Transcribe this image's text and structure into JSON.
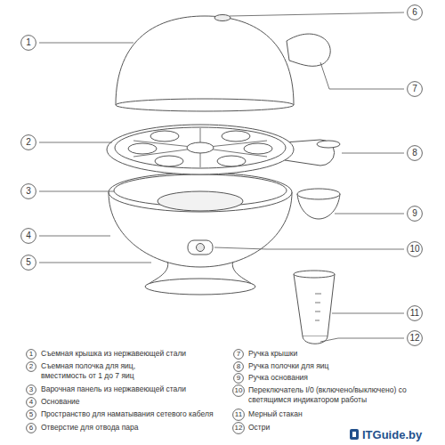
{
  "diagram": {
    "nodes": [
      {
        "text": [
          "1"
        ]
      },
      {
        "text": [
          "6"
        ]
      },
      {
        "text": [
          "7"
        ]
      },
      {
        "text": [
          "2"
        ]
      },
      {
        "text": [
          "8"
        ]
      },
      {
        "text": [
          "3"
        ]
      },
      {
        "text": [
          "9"
        ]
      },
      {
        "text": [
          "4"
        ]
      },
      {
        "text": [
          "10"
        ]
      },
      {
        "text": [
          "5"
        ]
      },
      {
        "text": [
          "11"
        ]
      },
      {
        "text": [
          "12"
        ]
      },
      {
        "text": [
          "1"
        ]
      },
      {
        "text": [
          "2"
        ]
      },
      {
        "text": [
          "3"
        ]
      },
      {
        "text": [
          "4"
        ]
      },
      {
        "text": [
          "5"
        ]
      },
      {
        "text": [
          "6"
        ]
      },
      {
        "text": [
          "7"
        ]
      },
      {
        "text": [
          "8"
        ]
      },
      {
        "text": [
          "9"
        ]
      },
      {
        "text": [
          "10"
        ]
      },
      {
        "text": [
          "11"
        ]
      },
      {
        "text": [
          "12"
        ]
      }
    ],
    "labels": [
      "Съемная крышка из нержавеющей стали",
      "Съемная полочка для яиц, вместимость от 1 до 7 яиц",
      "Варочная панель из нержавеющей стали",
      "Основание",
      "Пространство для наматывания сетевого кабеля",
      "Отверстие для отвода пара",
      "Ручка крышки",
      "Ручка полочки для яиц",
      "Ручка основания",
      "Переключатель I/0 (включено/выключено) со светящимся индикатором работы",
      "Мерный стакан",
      "Остри",
      "ITGuide.by"
    ]
  }
}
